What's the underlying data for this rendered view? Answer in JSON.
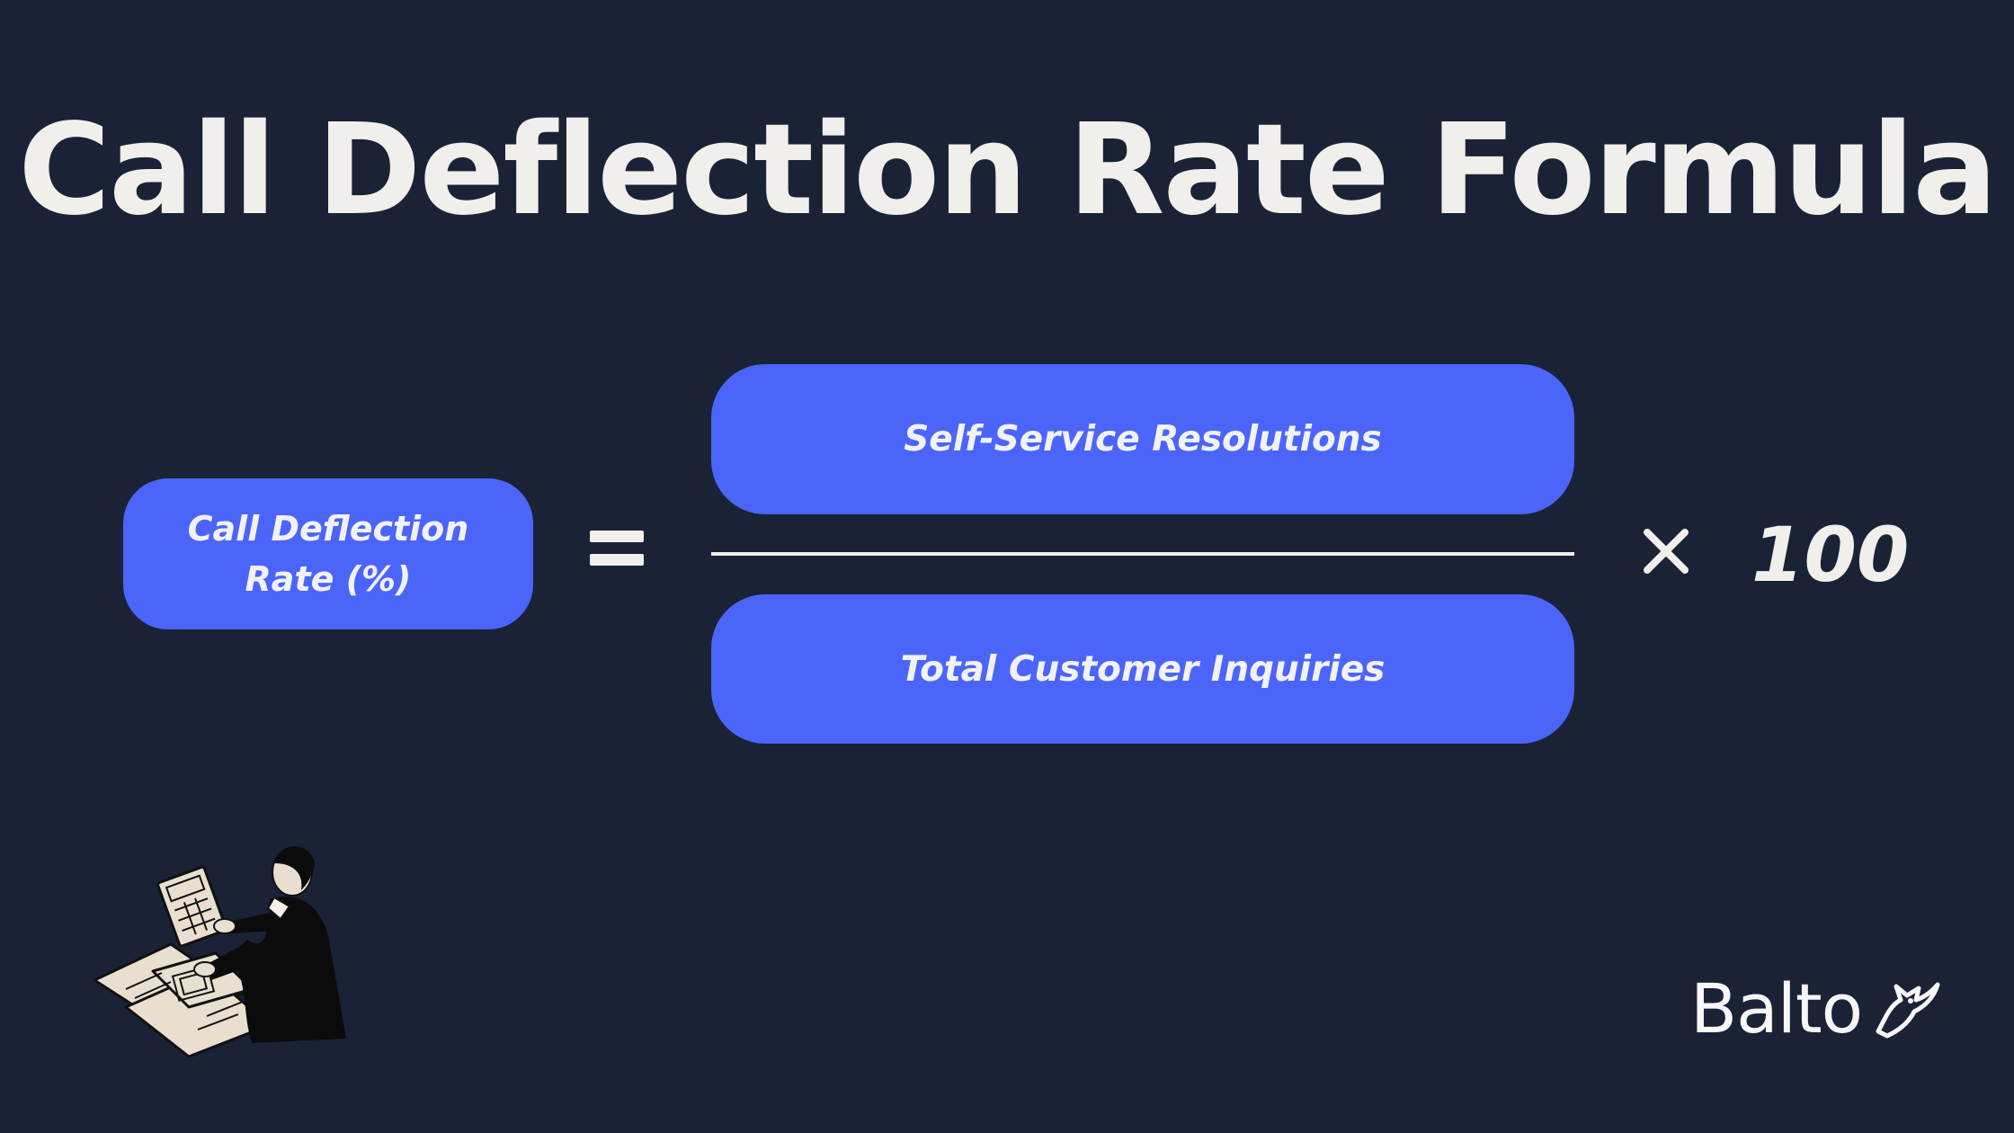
{
  "title": "Call Deflection Rate Formula",
  "formula": {
    "result_label": "Call Deflection Rate (%)",
    "equals_symbol": "=",
    "numerator": "Self-Service Resolutions",
    "denominator": "Total Customer Inquiries",
    "multiply_symbol": "×",
    "multiplier": "100"
  },
  "brand": {
    "name": "Balto",
    "pill_color": "#4b65fb",
    "background_color": "#1a2236",
    "text_color": "#f0efec"
  },
  "icons": {
    "illustration": "person-with-calculator-and-papers",
    "logo": "balto-dog-mark-icon"
  }
}
